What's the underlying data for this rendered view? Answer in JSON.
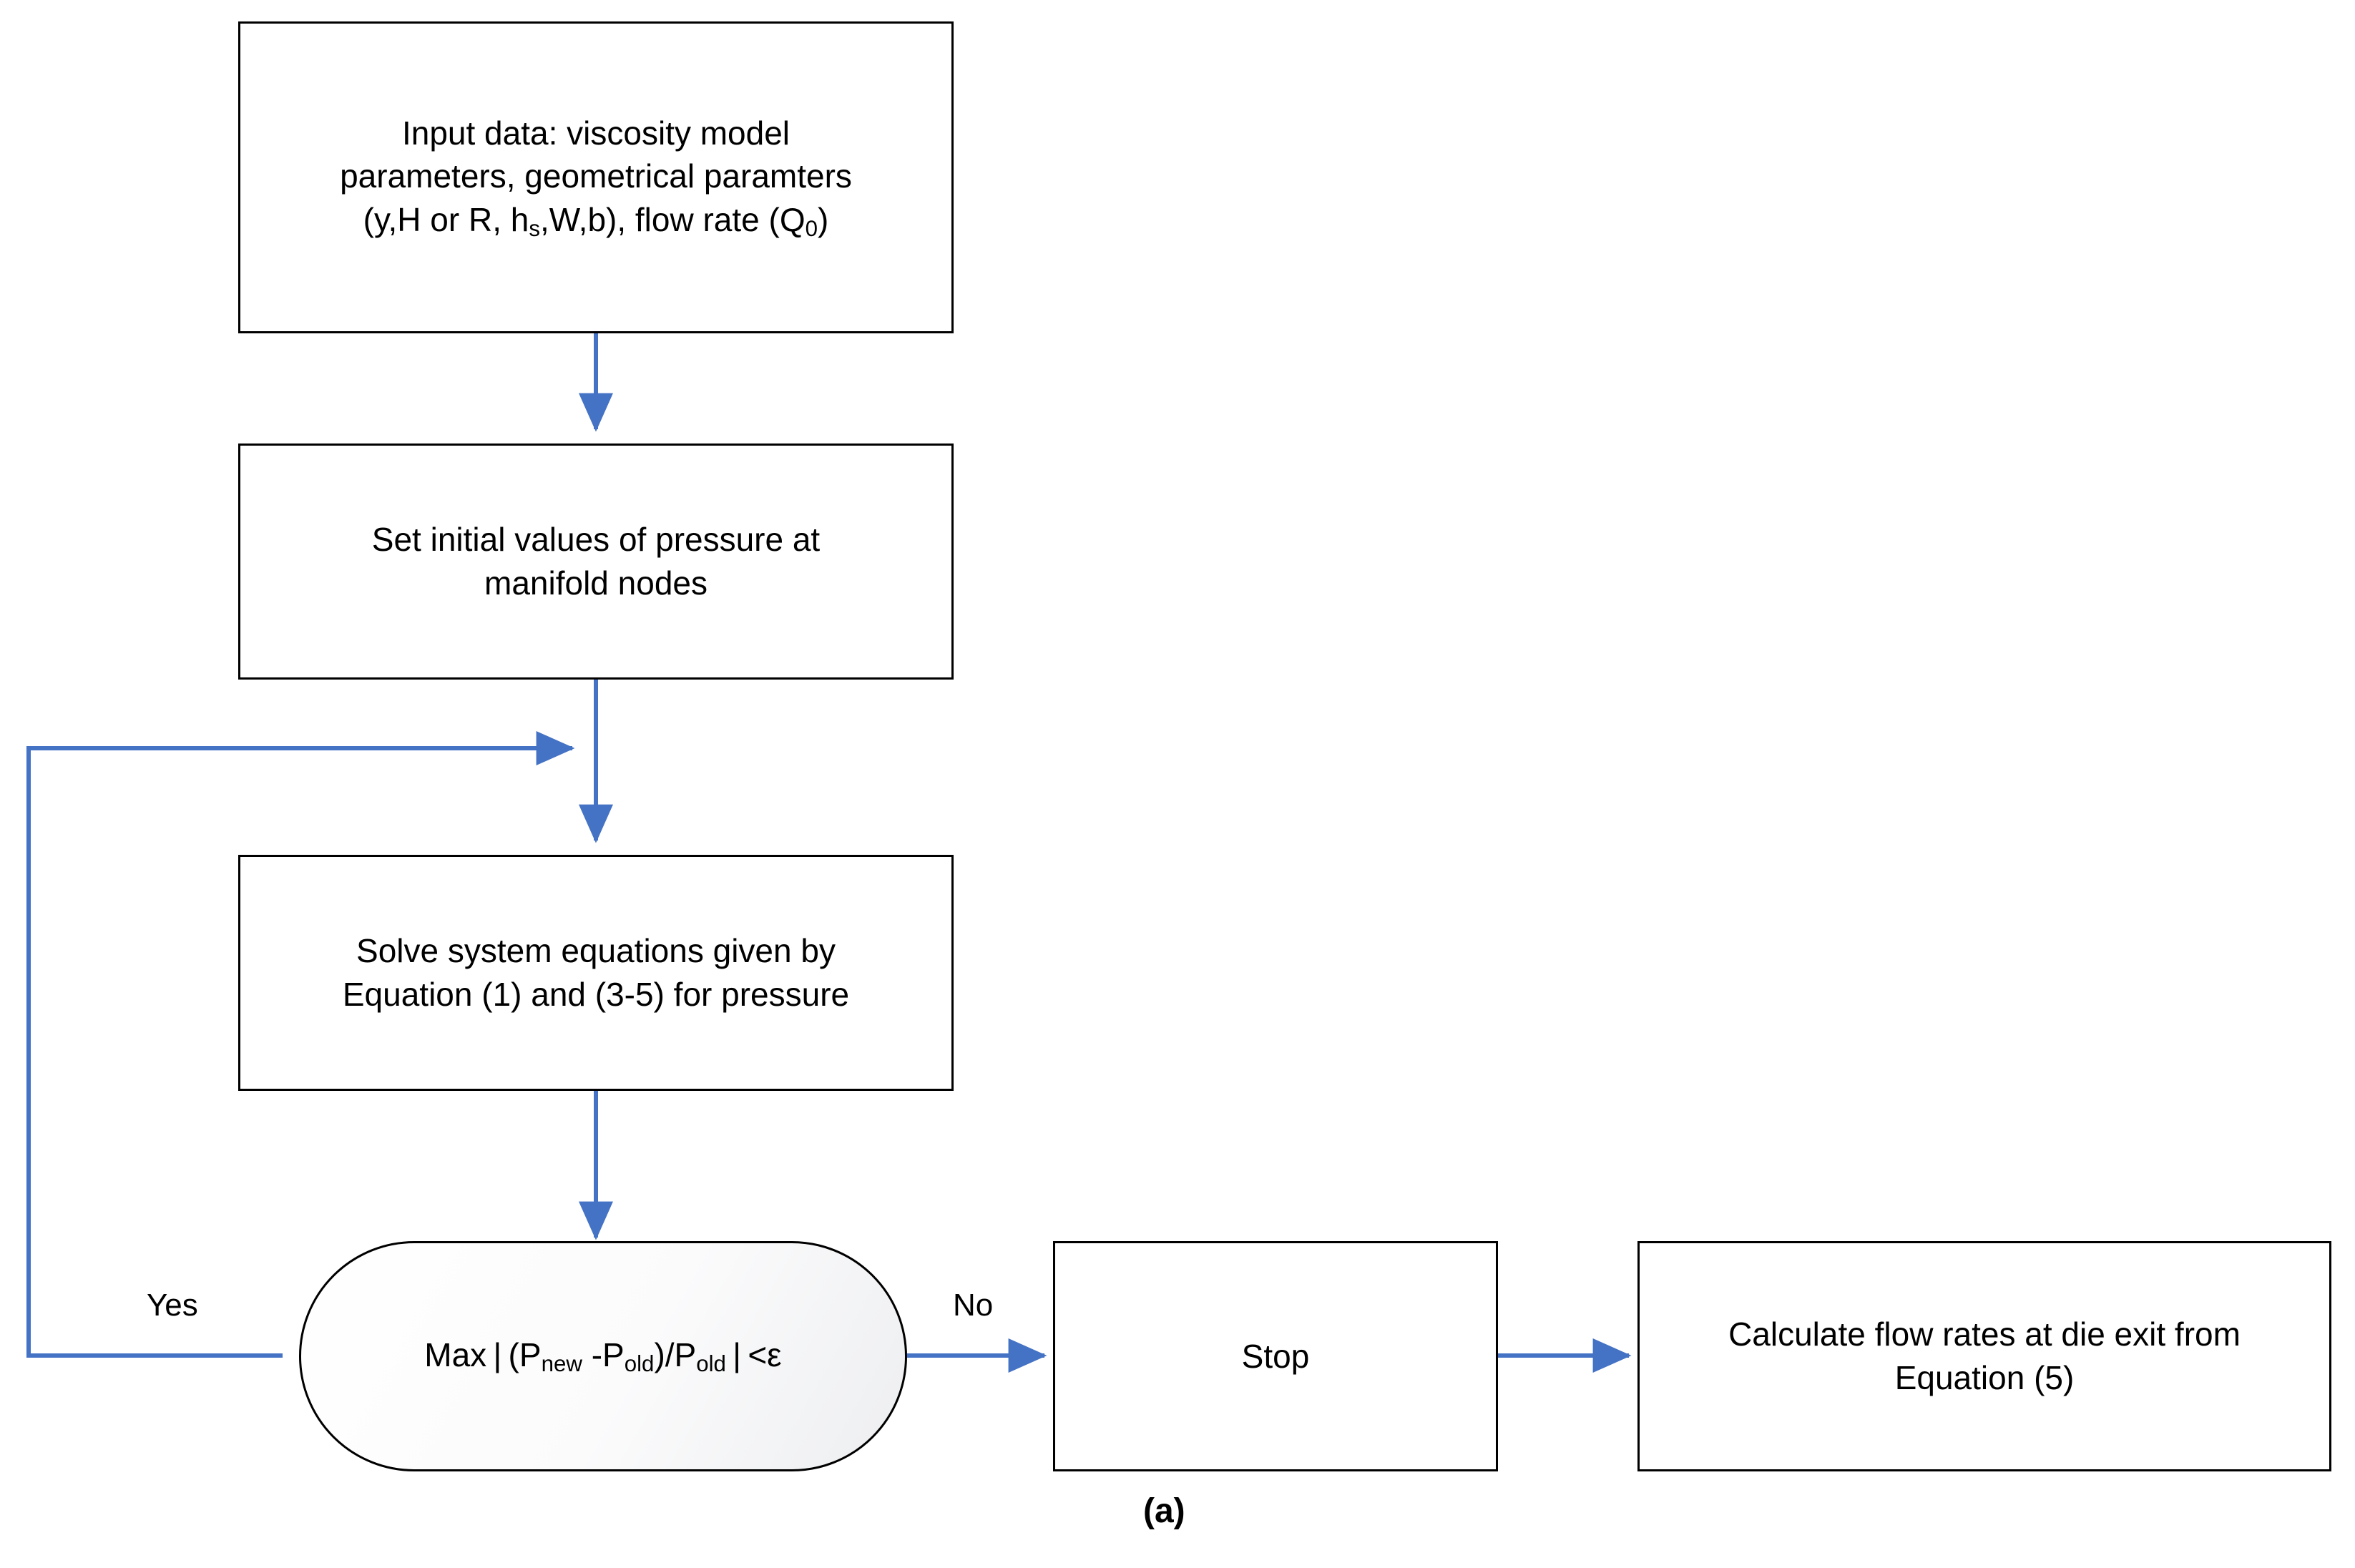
{
  "diagram": {
    "caption": "(a)",
    "nodes": [
      {
        "id": "input",
        "name": "input-data-box",
        "lines": [
          "Input data: viscosity model",
          "parameters, geometrical paramters",
          "(y,H or R, hₛ,W,b), flow rate (Q₀)"
        ],
        "text": "Input data: viscosity model parameters, geometrical paramters (y,H or R, hₛ,W,b), flow rate (Q₀)"
      },
      {
        "id": "initial",
        "name": "set-initial-values-box",
        "lines": [
          "Set initial values of pressure at",
          "manifold nodes"
        ],
        "text": "Set initial values of pressure at manifold nodes"
      },
      {
        "id": "solve",
        "name": "solve-system-equations-box",
        "lines": [
          "Solve system equations given by",
          "Equation (1) and (3-5) for pressure"
        ],
        "text": "Solve system equations given by Equation (1) and (3-5) for pressure"
      },
      {
        "id": "decision",
        "name": "convergence-decision",
        "text": "Max | (Pₙₑᵤ -Pₒₗₔ)/Pₒₗₔ | <ε"
      },
      {
        "id": "stop",
        "name": "stop-box",
        "text": "Stop"
      },
      {
        "id": "calculate",
        "name": "calculate-flow-rates-box",
        "lines": [
          "Calculate flow rates at die exit from",
          "Equation (5)"
        ],
        "text": "Calculate flow rates at die exit from Equation (5)"
      }
    ],
    "edge_labels": {
      "yes": "Yes",
      "no": "No"
    },
    "colors": {
      "arrow": "#4472c4",
      "box_border": "#000000",
      "text": "#000000",
      "background": "#ffffff"
    }
  }
}
